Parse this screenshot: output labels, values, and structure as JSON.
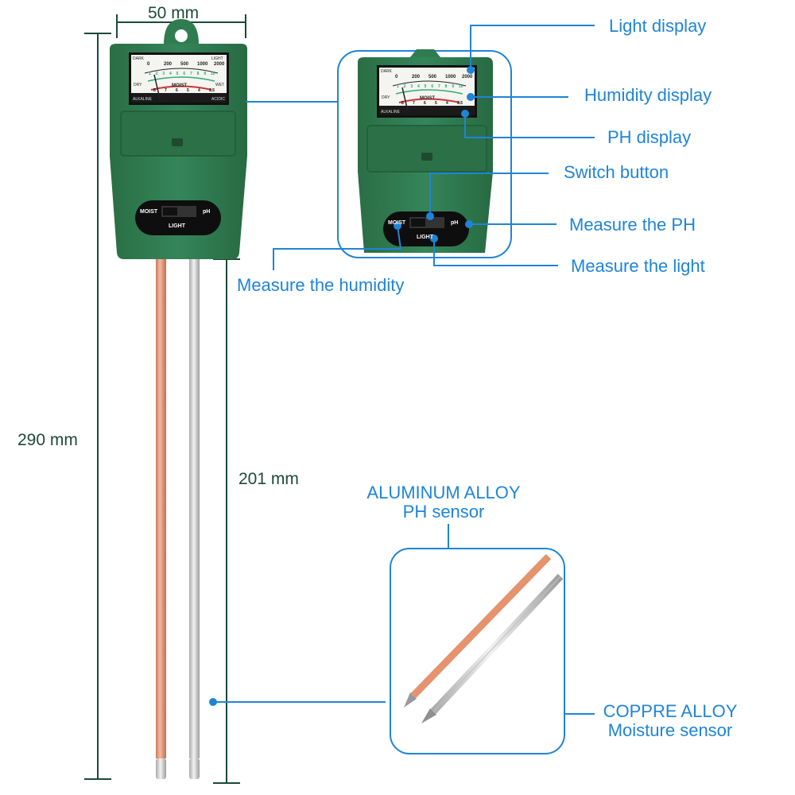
{
  "dimensions": {
    "width": "50 mm",
    "total_height": "290 mm",
    "probe_length": "201 mm"
  },
  "callouts": {
    "light_display": "Light display",
    "humidity_display": "Humidity display",
    "ph_display": "PH display",
    "switch_button": "Switch button",
    "measure_ph": "Measure the PH",
    "measure_light": "Measure the light",
    "measure_humidity": "Measure the humidity"
  },
  "sensors": {
    "ph_sensor_line1": "ALUMINUM ALLOY",
    "ph_sensor_line2": "PH sensor",
    "moisture_sensor_line1": "COPPRE ALLOY",
    "moisture_sensor_line2": "Moisture sensor"
  },
  "meter": {
    "dark": "DARK",
    "light": "LIGHT",
    "dry": "DRY",
    "wet": "WET",
    "alkaline": "ALKALINE",
    "acidic": "ACIDIC",
    "moist": "MOIST",
    "scale_light": [
      "0",
      "200",
      "500",
      "1000",
      "2000"
    ],
    "scale_moist": [
      "1",
      "2",
      "3",
      "4",
      "5",
      "6",
      "7",
      "8",
      "9",
      "10"
    ],
    "scale_ph": [
      "8",
      "7",
      "6",
      "5",
      "4",
      "3.5"
    ],
    "switch_left": "MOIST",
    "switch_right": "pH",
    "switch_bottom": "LIGHT"
  },
  "colors": {
    "accent": "#1f84d8",
    "dimension_line": "#1c4a38",
    "device_green": "#2e7a4e",
    "copper": "#d98a6a",
    "silver": "#c9c9c9"
  }
}
